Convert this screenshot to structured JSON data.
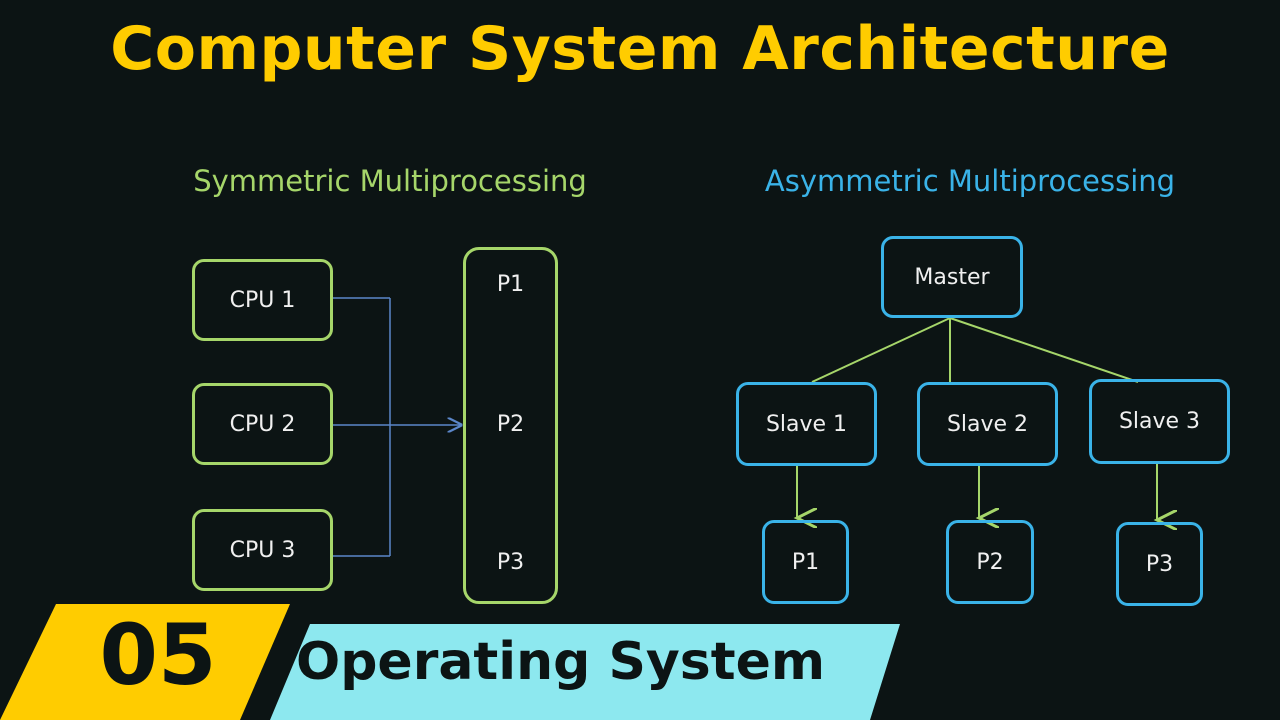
{
  "title": "Computer System Architecture",
  "colors": {
    "title": "#ffcc00",
    "symmetric": "#a6d66a",
    "asymmetric": "#3ab3e8",
    "background": "#0c1414",
    "banner_yellow": "#ffcc00",
    "banner_cyan": "#8de8ef"
  },
  "symmetric": {
    "heading": "Symmetric Multiprocessing",
    "cpus": [
      "CPU 1",
      "CPU 2",
      "CPU 3"
    ],
    "memory_slots": [
      "P1",
      "P2",
      "P3"
    ]
  },
  "asymmetric": {
    "heading": "Asymmetric Multiprocessing",
    "master": "Master",
    "slaves": [
      "Slave 1",
      "Slave 2",
      "Slave 3"
    ],
    "processes": [
      "P1",
      "P2",
      "P3"
    ]
  },
  "banner": {
    "number": "05",
    "series": "Operating System"
  }
}
